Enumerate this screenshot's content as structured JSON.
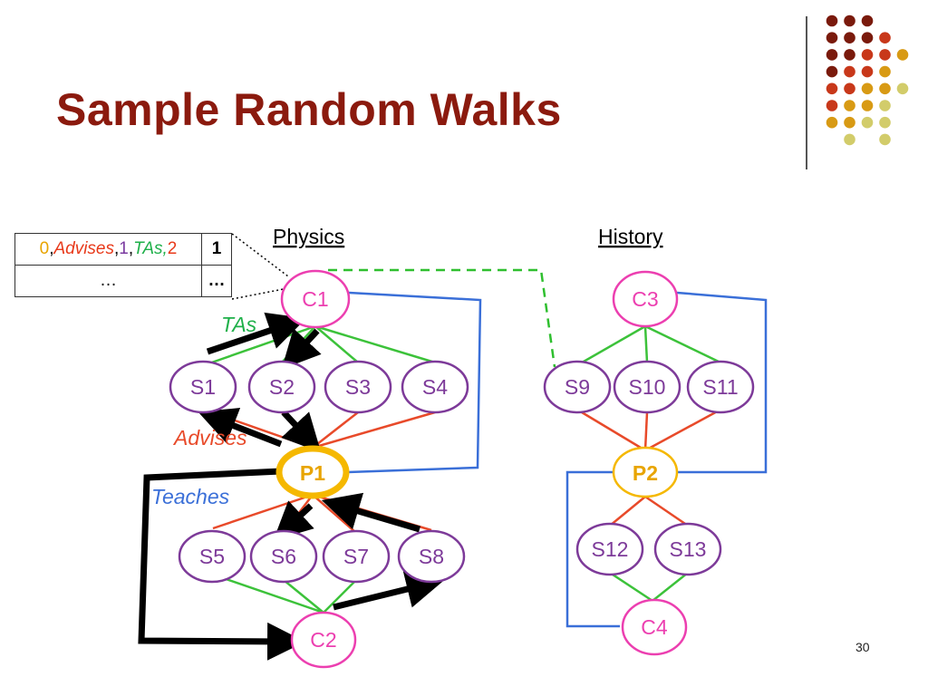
{
  "slide": {
    "title": "Sample Random Walks",
    "page_number": "30"
  },
  "colors": {
    "title": "#8b1a0e",
    "course_node": "#ec3fb0",
    "student_node": "#7d3a99",
    "professor_node": "#f5b800",
    "tas_edge": "#3cc23a",
    "advises_edge": "#e84a2a",
    "teaches_edge": "#3a6fd8",
    "walk_arrow": "#000000",
    "link_dashed": "#2fbf2f"
  },
  "groups": {
    "physics": "Physics",
    "history": "History"
  },
  "relation_labels": {
    "tas": "TAs",
    "advises": "Advises",
    "teaches": "Teaches"
  },
  "walk_table": {
    "row1": {
      "path_parts": [
        "0",
        ",",
        "Advises",
        ",",
        "1",
        ",",
        "TAs",
        ",",
        "2"
      ],
      "value": "1"
    },
    "row2": {
      "path": "…",
      "value": "…"
    }
  },
  "nodes": {
    "C1": "C1",
    "C2": "C2",
    "C3": "C3",
    "C4": "C4",
    "P1": "P1",
    "P2": "P2",
    "S1": "S1",
    "S2": "S2",
    "S3": "S3",
    "S4": "S4",
    "S5": "S5",
    "S6": "S6",
    "S7": "S7",
    "S8": "S8",
    "S9": "S9",
    "S10": "S10",
    "S11": "S11",
    "S12": "S12",
    "S13": "S13"
  },
  "logo_dot_colors": [
    "#7a1a0c",
    "#c8381a",
    "#d89a14",
    "#d2cc6a"
  ]
}
